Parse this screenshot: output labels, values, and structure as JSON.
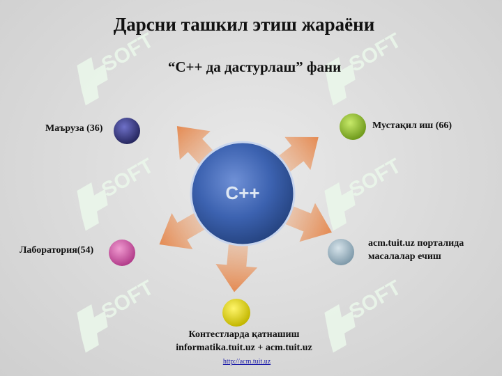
{
  "slide": {
    "title": "Дарсни ташкил этиш жараёни",
    "subtitle": "“C++ да дастурлаш” фани"
  },
  "diagram": {
    "center": {
      "label": "C++",
      "color": "#3c62b0"
    },
    "nodes": [
      {
        "id": "lecture",
        "label": "Маъруза (36)",
        "color": "#3b3c8e"
      },
      {
        "id": "independent",
        "label": "Мустақил иш (66)",
        "color": "#9bc536"
      },
      {
        "id": "lab",
        "label": "Лаборатория(54)",
        "color": "#d45aa8"
      },
      {
        "id": "acm",
        "label_lines": [
          "acm.tuit.uz порталида",
          "масалалар ечиш"
        ],
        "color": "#9fb8c6"
      },
      {
        "id": "contest",
        "label_lines": [
          "Контестларда қатнашиш",
          "informatika.tuit.uz + acm.tuit.uz"
        ],
        "color": "#e8dd10"
      }
    ],
    "arrow_color": "#e79a66"
  },
  "footer": {
    "link": "http://acm.tuit.uz"
  },
  "watermark": {
    "text": "SOFT",
    "color": "#ecf7ec"
  }
}
